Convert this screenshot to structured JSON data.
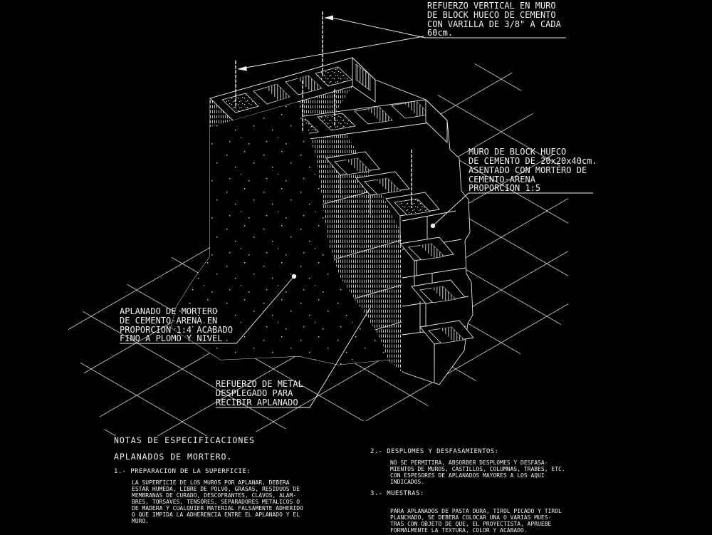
{
  "drawing": {
    "colors": {
      "background": "#000000",
      "line": "#ffffff"
    },
    "annotations": {
      "refuerzo_vertical": {
        "lines": [
          "REFUERZO VERTICAL EN MURO",
          "DE BLOCK HUECO DE CEMENTO",
          "CON VARILLA DE 3/8\" A CADA",
          "60cm."
        ]
      },
      "muro_block": {
        "lines": [
          "MURO DE BLOCK HUECO",
          "DE CEMENTO DE 20x20x40cm.",
          "ASENTADO CON MORTERO DE",
          "CEMENTO-ARENA",
          "PROPORCION 1:5"
        ]
      },
      "aplanado": {
        "lines": [
          "APLANADO DE MORTERO",
          "DE CEMENTO-ARENA EN",
          "PROPORCION 1:4 ACABADO",
          "FINO A PLOMO Y NIVEL"
        ]
      },
      "refuerzo_metal": {
        "lines": [
          "REFUERZO DE METAL",
          "DESPLEGADO PARA",
          "RECIBIR APLANADO"
        ]
      }
    },
    "notes": {
      "title": "NOTAS DE ESPECIFICACIONES",
      "subtitle": "APLANADOS DE MORTERO.",
      "items": [
        {
          "heading": "1.-  PREPARACION  DE  LA  SUPERFICIE:",
          "body": [
            "LA SUPERFICIE DE LOS MUROS POR APLANAR, DEBERA",
            "ESTAR HUMEDA, LIBRE DE POLVO, GRASAS, RESIDUOS DE",
            "MEMBRANAS DE CURADO, DESCOFRANTES, CLAVOS, ALAM-",
            "BRES, TORSAVES, TENSORES, SEPARADORES METALICOS O",
            "DE MADERA Y CUALQUIER MATERIAL FALSAMENTE ADHERIDO",
            "O QUE IMPIDA LA ADHERENCIA ENTRE EL APLANADO Y EL",
            "MURO."
          ]
        },
        {
          "heading": "2.-  DESPLOMES  Y  DESFASAMIENTOS:",
          "body": [
            "NO SE PERMITIRA, ABSORBER DESPLOMES Y DESFASA-",
            "MIENTOS DE MUROS, CASTILLOS, COLUMNAS, TRABES, ETC.",
            "CON ESPESORES DE APLANADOS MAYORES A LOS AQUI",
            "INDICADOS."
          ]
        },
        {
          "heading": "3.-  MUESTRAS:",
          "body": [
            "PARA APLANADOS DE PASTA DURA, TIROL PICADO Y TIROL",
            "PLANCHADO, SE DEBERA COLOCAR UNA O VARIAS MUES-",
            "TRAS CON OBJETO DE QUE, EL PROYECTISTA, APRUEBE",
            "FORMALMENTE LA TEXTURA, COLOR Y ACABADO."
          ]
        }
      ]
    }
  }
}
